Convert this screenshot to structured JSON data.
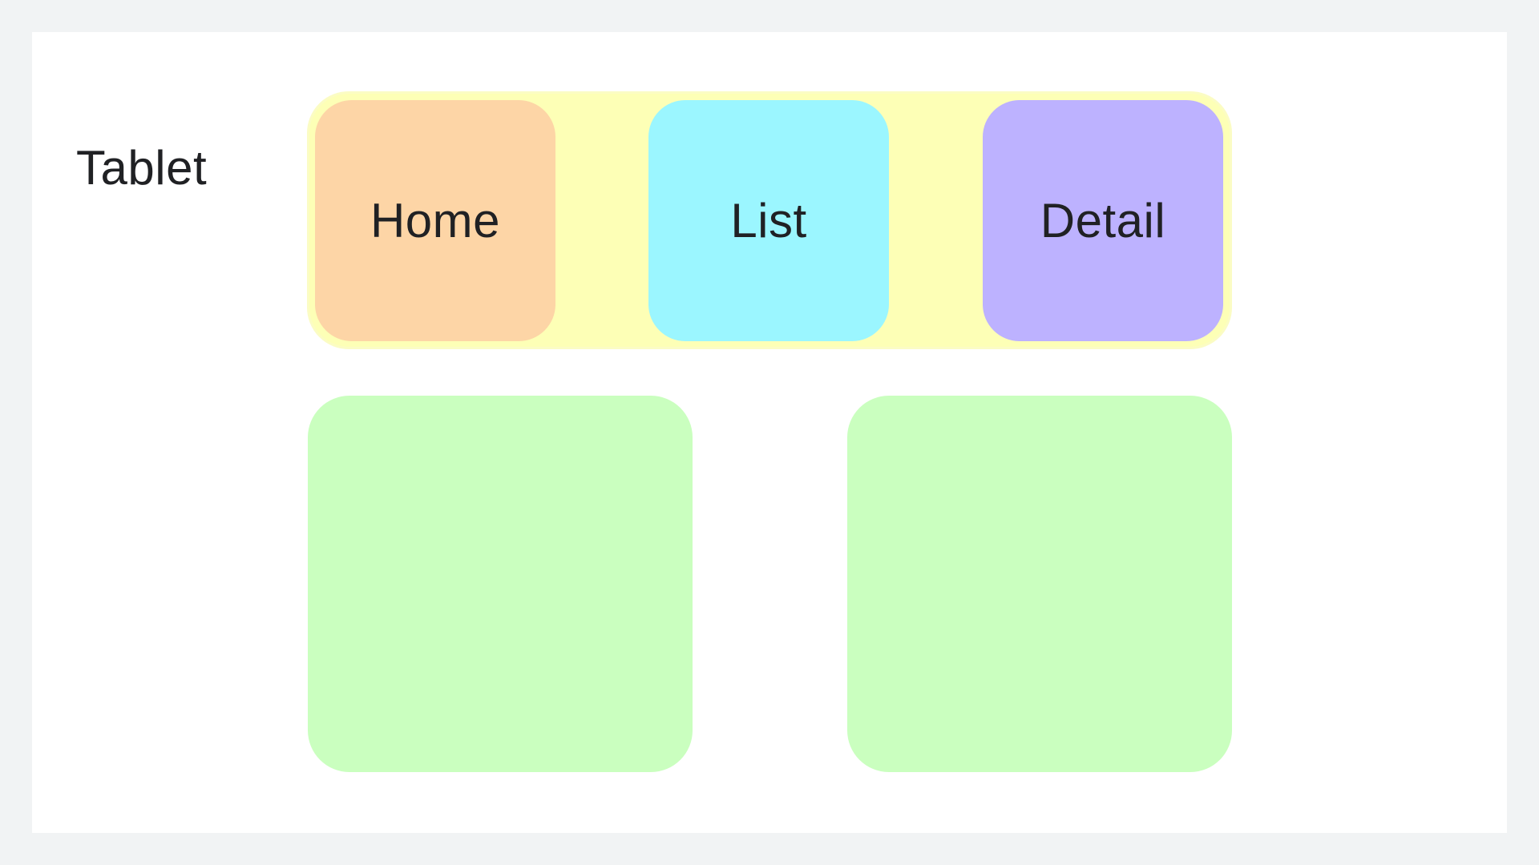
{
  "device_label": "Tablet",
  "navigation": {
    "items": [
      {
        "label": "Home",
        "color": "#fdd5a6"
      },
      {
        "label": "List",
        "color": "#9bf6ff"
      },
      {
        "label": "Detail",
        "color": "#bdb2ff"
      }
    ],
    "container_color": "#fdffb6"
  },
  "content_panes": {
    "count": 2,
    "color": "#caffbf"
  },
  "colors": {
    "background": "#f1f3f4",
    "canvas": "#ffffff",
    "text": "#202124"
  }
}
